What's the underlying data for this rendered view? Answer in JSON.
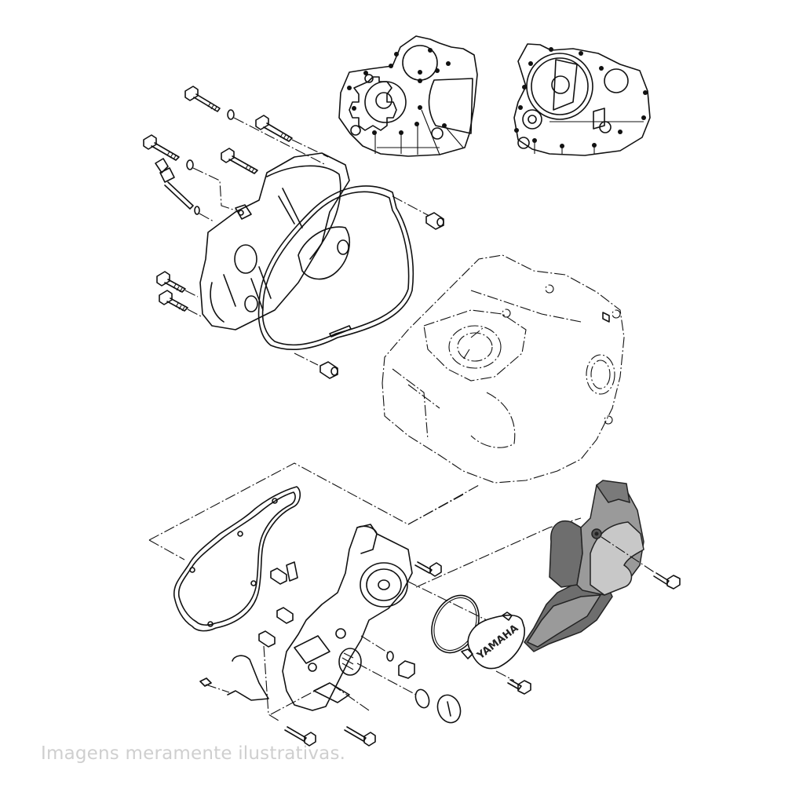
{
  "caption": "Imagens meramente ilustrativas.",
  "cover_logo_text": "YAMAHA",
  "colors": {
    "line": "#111111",
    "caption": "#cfcfcf",
    "highlight_dark": "#6e6e6e",
    "highlight_mid": "#9a9a9a",
    "highlight_light": "#c8c8c8",
    "background": "#ffffff"
  },
  "parts": [
    {
      "id": "crankcase-bolt-pattern-left",
      "label": "Crankcase bolt pattern (left view)"
    },
    {
      "id": "crankcase-bolt-pattern-right",
      "label": "Crankcase bolt pattern (right view)"
    },
    {
      "id": "clutch-cover",
      "label": "Crankcase cover (right)"
    },
    {
      "id": "clutch-cover-gasket",
      "label": "Cover gasket"
    },
    {
      "id": "crankcase",
      "label": "Crankcase assembly"
    },
    {
      "id": "generator-cover",
      "label": "Crankcase cover (left)"
    },
    {
      "id": "generator-cover-gasket",
      "label": "Left cover gasket"
    },
    {
      "id": "sprocket-cover",
      "label": "Drive sprocket cover (highlighted)"
    },
    {
      "id": "yamaha-cap-cover",
      "label": "Cap cover with YAMAHA logo"
    },
    {
      "id": "o-rings",
      "label": "O-rings"
    },
    {
      "id": "plugs",
      "label": "Filler / inspection plugs"
    },
    {
      "id": "bolts",
      "label": "Flange bolts"
    },
    {
      "id": "dowel-pins",
      "label": "Dowel pins"
    }
  ]
}
